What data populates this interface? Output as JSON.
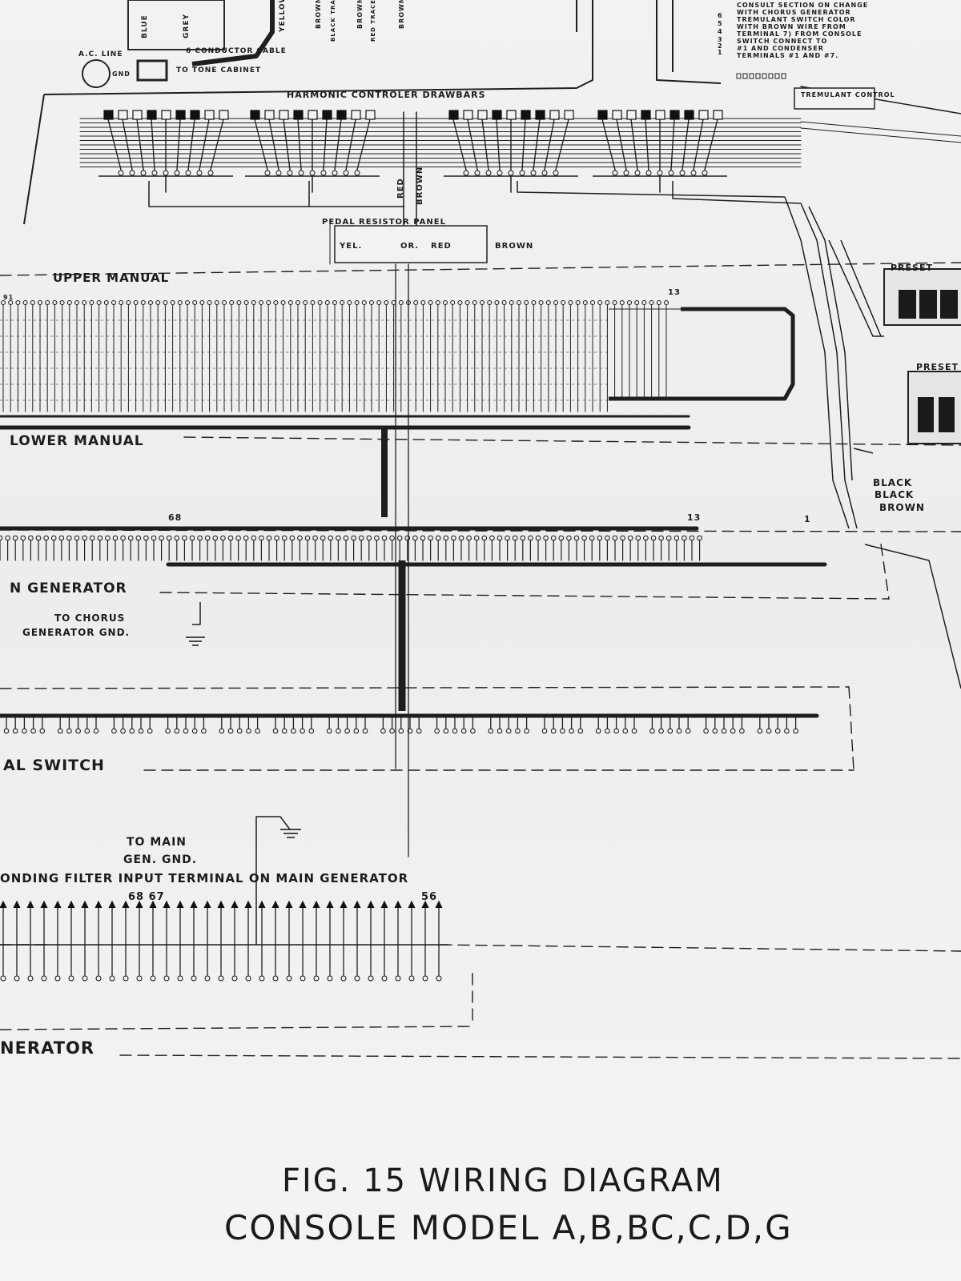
{
  "top_wires": [
    "BLUE",
    "GREY",
    "YELLOW",
    "BROWN",
    "BLACK TRACER",
    "BROWN",
    "RED TRACER",
    "BROWN"
  ],
  "ac_line": "A.C. LINE",
  "gnd": "GND",
  "conductor_cable": "6 CONDUCTOR CABLE",
  "to_tone_cabinet": "TO TONE CABINET",
  "harmonic_drawbars": "HARMONIC CONTROLER DRAWBARS",
  "tremulant_control": "TREMULANT CONTROL",
  "note_lines": [
    "CONSULT SECTION ON CHANGE",
    "WITH CHORUS GENERATOR",
    "TREMULANT SWITCH COLOR",
    "WITH BROWN WIRE FROM",
    "TERMINAL 7) FROM CONSOLE",
    "SWITCH CONNECT TO",
    "#1 AND CONDENSER",
    "TERMINALS #1 AND #7."
  ],
  "switch_numbers": [
    "6",
    "5",
    "4",
    "3",
    "2",
    "1"
  ],
  "red": "RED",
  "brown": "BROWN",
  "pedal_resistor_panel": "PEDAL RESISTOR PANEL",
  "yel": "YEL.",
  "or": "OR.",
  "upper_manual": "UPPER MANUAL",
  "preset": "PRESET",
  "num_91": "91",
  "num_13": "13",
  "lower_manual": "LOWER MANUAL",
  "black": "BLACK",
  "num_68": "68",
  "num_1": "1",
  "generator": "N GENERATOR",
  "to_chorus": "TO CHORUS",
  "chorus_gnd": "GENERATOR GND.",
  "pedal_switch": "AL SWITCH",
  "to_main": "TO MAIN",
  "main_gnd": "GEN. GND.",
  "filter_text": "ONDING FILTER INPUT TERMINAL ON MAIN GENERATOR",
  "num_68_67": "68 67",
  "num_56": "56",
  "nerator": "NERATOR",
  "fig_title": "FIG. 15  WIRING DIAGRAM",
  "fig_subtitle": "CONSOLE MODEL A,B,BC,C,D,G"
}
